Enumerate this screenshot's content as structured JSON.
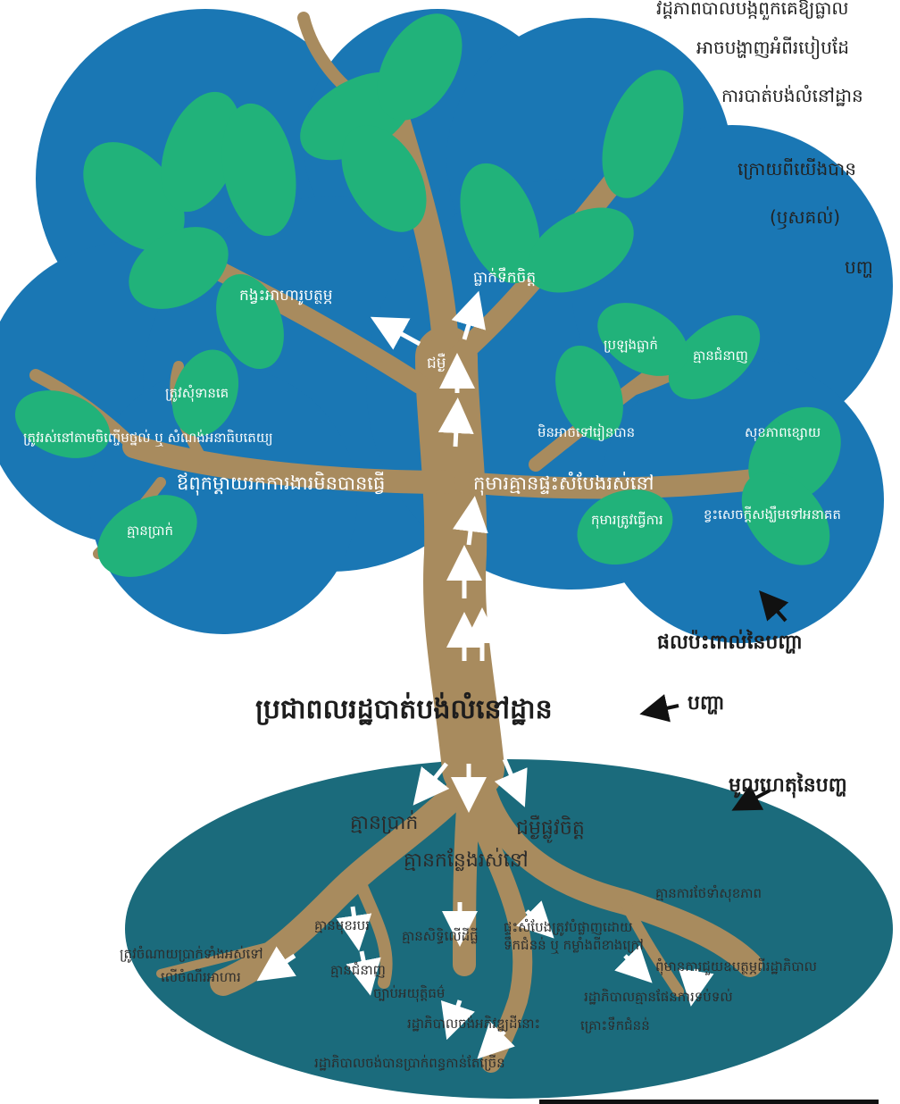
{
  "colors": {
    "background": "#ffffff",
    "canopy": "#1a77b4",
    "ground": "#1b6b7c",
    "trunk": "#a88b5e",
    "leaf": "#21b27a",
    "arrow": "#ffffff"
  },
  "intro_text": [
    "វដ្តភាពបាលបង្កពួកគេឱ្យធ្លាល",
    "អាចបង្ហាញអំពីរបៀបដែ",
    "ការបាត់បង់លំនៅដ្ឋាន",
    "ក្រោយពីយើងបាន",
    "(ឫសគល់)",
    "បញ្ហ"
  ],
  "side_notes": {
    "impact_label": "ផលប៉ះពាល់នៃបញ្ហា",
    "problem_label": "បញ្ហា",
    "cause_label": "មូលហេតុនៃបញ្ហ"
  },
  "central_problem": "ប្រជាពលរដ្ឋបាត់បង់លំនៅដ្ឋាន",
  "branch_nodes": {
    "youth_issue": "ជម្ងឺ",
    "children_home": "កុមារគ្មានផ្ទះសំបែងរស់នៅ",
    "parents_job": "ឪពុកម្ដាយរកការងារមិនបានធ្វើ"
  },
  "leaf_labels": {
    "discouraged": "ធ្លាក់ទឹកចិត្ត",
    "malnutrition": "កង្វះអាហារូបត្ថម្ភ",
    "ask_others": "ត្រូវសុំទានគេ",
    "live_on_others": "ត្រូវរស់នៅតាមចិញ្ចើមថ្នល់ ឬ សំណង់អនាធិបតេយ្យ",
    "no_money_leaf": "គ្មានប្រាក់",
    "failed_exam": "ប្រឡងធ្លាក់",
    "no_skills_leaf": "គ្មានជំនាញ",
    "cannot_school": "មិនអាចទៅរៀនបាន",
    "poor_health": "សុខភាពខ្សោយ",
    "child_labor": "កុមារត្រូវធ្វើការ",
    "no_hope": "ខ្វះសេចក្តីសង្ឃឹមទៅអនាគត"
  },
  "root_labels": {
    "no_money": "គ្មានប្រាក់",
    "mental_illness": "ជម្ងឺផ្លូវចិត្ត",
    "no_place": "គ្មានកន្លែងរស់នៅ",
    "no_health_care": "គ្មានការថែទាំសុខភាព",
    "no_occupation": "គ្មានមុខរបរ",
    "no_land_rights": "គ្មានសិទ្ធិលើដីធ្លី",
    "forced_evict": "ផ្ទះសំបែងត្រូវបំផ្លាញដោយ",
    "forced_evict2": "ទឹកជំនន់ ឬ កម្លាំងពីខាងក្រៅ",
    "spend_money": "ត្រូវចំណាយប្រាក់ទាំងអស់ទៅ",
    "spend_money2": "លើចំណីរអាហារ",
    "no_skills": "គ្មានជំនាញ",
    "no_gov_help": "ពុំមានការជួយឧបត្ថម្ភពីរដ្ឋាភិបាល",
    "law_issue": "ច្បាប់អយុត្តិធម៌",
    "gov_no_plan": "រដ្ឋាភិបាលគ្មានផែនការទប់ទល់",
    "gov_develop": "រដ្ឋាភិបាលចង់អភិវឌ្ឍដីនោះ",
    "flood": "គ្រោះទឹកជំនន់",
    "gov_tax": "រដ្ឋាភិបាលចង់បានប្រាក់ពន្ធកាន់តែច្រើន"
  }
}
